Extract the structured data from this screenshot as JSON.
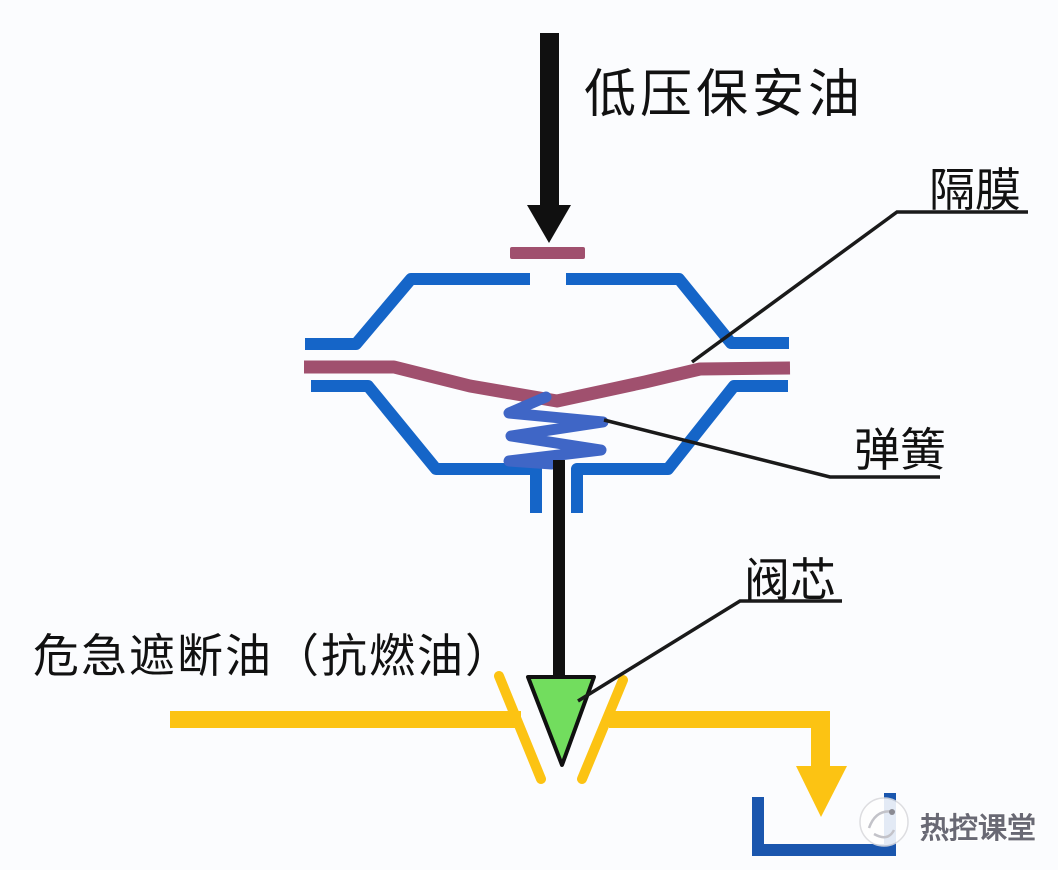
{
  "diagram": {
    "type": "valve-schematic",
    "labels": {
      "inlet_oil": "低压保安油",
      "diaphragm": "隔膜",
      "spring": "弹簧",
      "valve_core": "阀芯",
      "trip_oil": "危急遮断油（抗燃油）"
    },
    "watermark": {
      "text": "热控课堂"
    },
    "colors": {
      "background": "#fbfcfe",
      "chamber_blue": "#1565c8",
      "spring_blue": "#3f66c6",
      "diaphragm_maroon": "#a0506e",
      "pipe_yellow": "#fcc313",
      "valve_core_green": "#72dd5e",
      "flow_black": "#101010",
      "leader_black": "#1a1a1a",
      "bracket_blue": "#1a56ae",
      "watermark_gray": "#50505c"
    }
  }
}
